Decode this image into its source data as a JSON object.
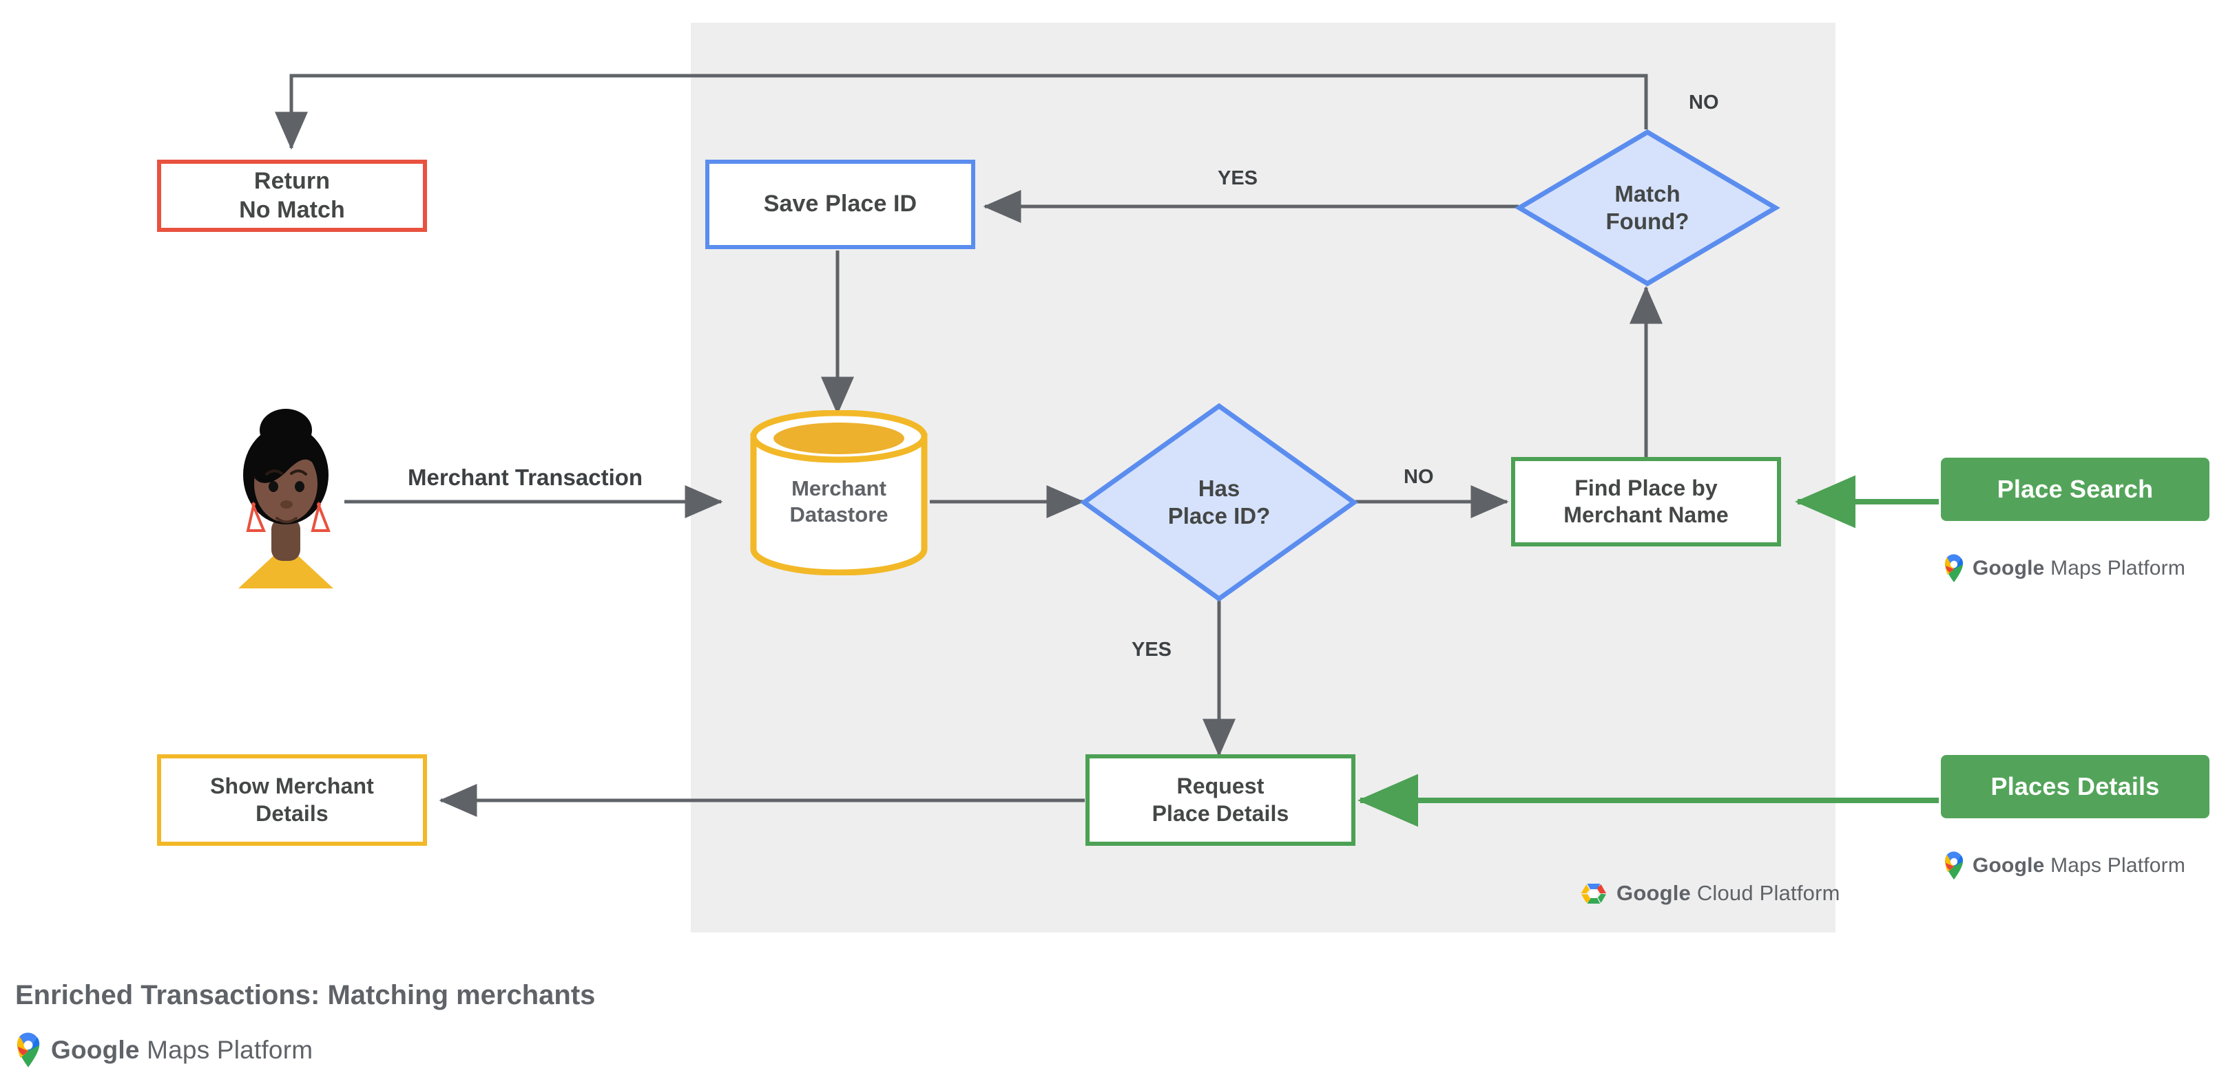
{
  "diagram": {
    "caption": "Enriched Transactions: Matching merchants",
    "panel_label": "Google Cloud Platform",
    "colors": {
      "panel_bg": "#eeeeee",
      "red": "#E8523F",
      "blue": "#5B8DEF",
      "blue_fill": "#D6E2FB",
      "green": "#4CA154",
      "green_chip": "#53A45A",
      "yellow": "#F2B827",
      "arrow_gray": "#5F6368",
      "text_gray": "#444746"
    },
    "nodes": {
      "return_no_match": "Return\nNo Match",
      "return_no_match_line1": "Return",
      "return_no_match_line2": "No Match",
      "save_place_id": "Save Place ID",
      "match_found_line1": "Match",
      "match_found_line2": "Found?",
      "merchant_datastore_line1": "Merchant",
      "merchant_datastore_line2": "Datastore",
      "has_place_id_line1": "Has",
      "has_place_id_line2": "Place ID?",
      "find_place_line1": "Find Place by",
      "find_place_line2": "Merchant Name",
      "show_merchant_line1": "Show Merchant",
      "show_merchant_line2": "Details",
      "request_place_line1": "Request",
      "request_place_line2": "Place Details"
    },
    "chips": [
      {
        "label": "Place Search",
        "logo_bold": "Google",
        "logo_rest": "Maps Platform"
      },
      {
        "label": "Places Details",
        "logo_bold": "Google",
        "logo_rest": "Maps Platform"
      }
    ],
    "edge_labels": {
      "merchant_transaction": "Merchant Transaction",
      "no_top": "NO",
      "yes_top": "YES",
      "no_middle": "NO",
      "yes_bottom": "YES"
    },
    "footer_logo": {
      "bold": "Google",
      "rest": "Maps Platform"
    },
    "panel_logo": {
      "bold": "Google",
      "rest": "Cloud Platform"
    }
  }
}
